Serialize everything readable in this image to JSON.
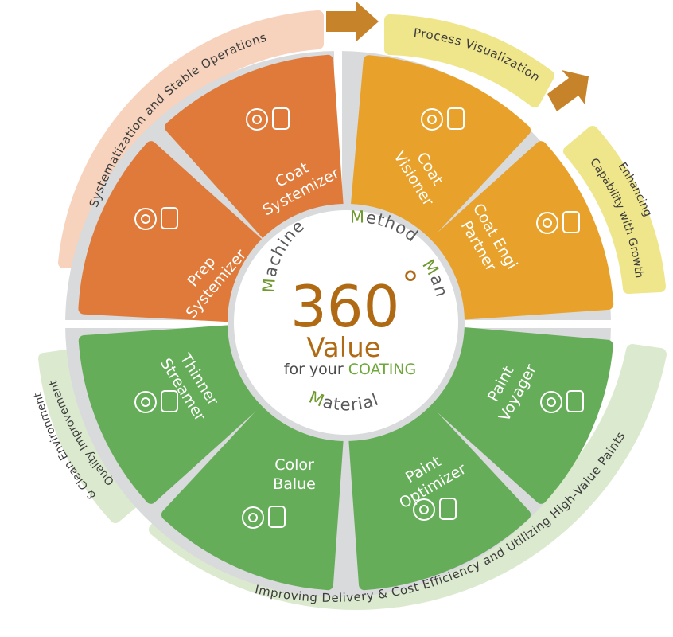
{
  "center": {
    "number": "360",
    "degree": "°",
    "value_label": "Value",
    "tagline_prefix": "for your ",
    "tagline_highlight": "COATING"
  },
  "ring_words": [
    {
      "initial": "M",
      "rest": "achine"
    },
    {
      "initial": "M",
      "rest": "ethod"
    },
    {
      "initial": "M",
      "rest": "an"
    },
    {
      "initial": "M",
      "rest": "aterial"
    }
  ],
  "segments": [
    {
      "lines": [
        "Prep",
        "Systemizer"
      ],
      "color": "#e07a3a",
      "icon": "gear-globe-icon"
    },
    {
      "lines": [
        "Coat",
        "Systemizer"
      ],
      "color": "#e07a3a",
      "icon": "gear-can-icon"
    },
    {
      "lines": [
        "Coat",
        "Visioner"
      ],
      "color": "#e8a22c",
      "icon": "factory-magnifier-icon"
    },
    {
      "lines": [
        "Coat Engi",
        "Partner"
      ],
      "color": "#e8a22c",
      "icon": "handshake-icon"
    },
    {
      "lines": [
        "Paint",
        "Voyager"
      ],
      "color": "#66ad5a",
      "icon": "map-can-icon"
    },
    {
      "lines": [
        "Paint",
        "Optimizer"
      ],
      "color": "#66ad5a",
      "icon": "can-arrow-can-icon"
    },
    {
      "lines": [
        "Color",
        "Balue"
      ],
      "color": "#66ad5a",
      "icon": "clock-can-icon"
    },
    {
      "lines": [
        "Thinner",
        "Streamer"
      ],
      "color": "#66ad5a",
      "icon": "pipe-cans-icon"
    }
  ],
  "bands": {
    "systematization": "Systematization and Stable Operations",
    "process_visualization": "Process Visualization",
    "enhancing_line1": "Enhancing",
    "enhancing_line2": "Capability with Growth",
    "quality_line1": "Quality Improvement",
    "quality_line2": "& Clean Environment",
    "delivery": "Improving Delivery & Cost Efficiency and Utilizing High-Value Paints"
  },
  "colors": {
    "orange": "#e07a3a",
    "amber": "#e8a22c",
    "green": "#66ad5a",
    "gray_frame": "#d9dadb",
    "peach_band": "#f7d2bc",
    "yellow_band": "#efe58a",
    "green_band": "#dbe9cf",
    "arrow": "#c7832a",
    "title_brown": "#b06a14"
  }
}
